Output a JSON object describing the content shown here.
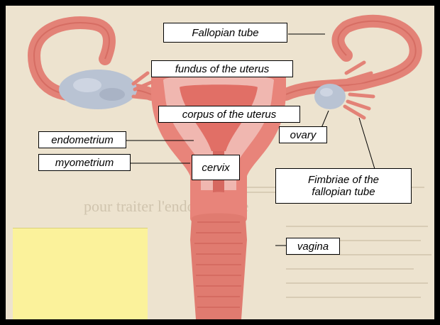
{
  "labels": {
    "fallopian_tube": "Fallopian tube",
    "fundus": "fundus of the uterus",
    "corpus": "corpus of the uterus",
    "endometrium": "endometrium",
    "myometrium": "myometrium",
    "cervix": "cervix",
    "ovary": "ovary",
    "fimbriae_line1": "Fimbriae of the",
    "fimbriae_line2": "fallopian tube",
    "vagina": "vagina"
  },
  "background_text": {
    "line1": "pour traiter l'endométriose"
  },
  "colors": {
    "background": "#ede3cf",
    "tissue": "#e8847a",
    "tissue_dark": "#c9584f",
    "inner_lining": "#f0b7b0",
    "ovary": "#b9c3d3",
    "sticky_note": "#fbf29b"
  }
}
